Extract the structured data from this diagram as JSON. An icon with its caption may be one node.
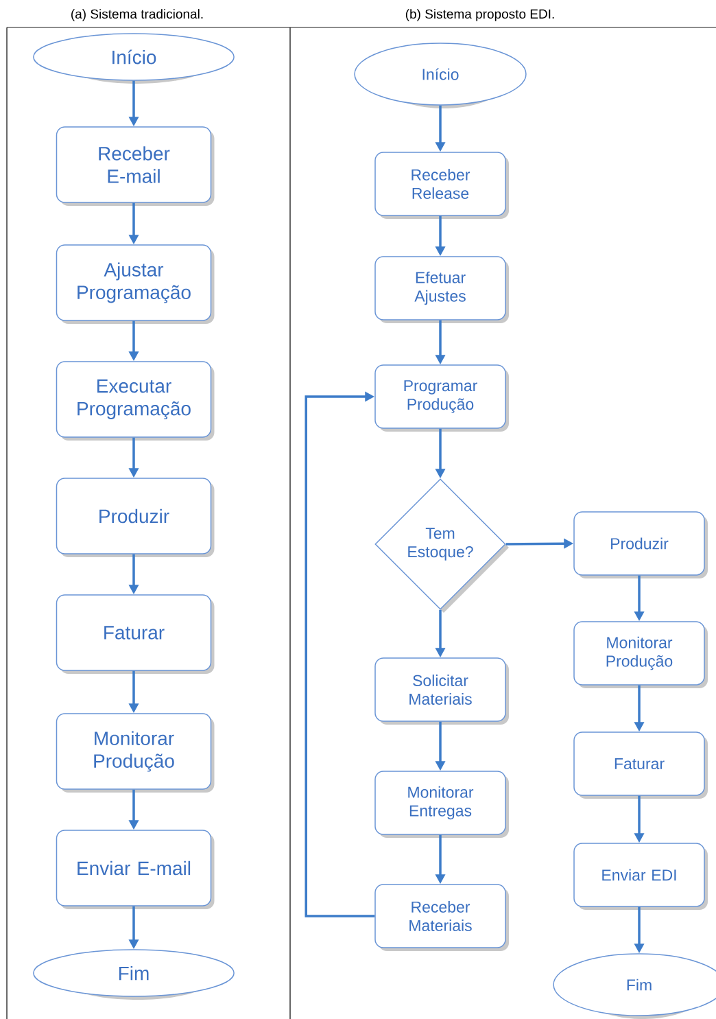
{
  "diagram": {
    "nodes": [
      {
        "text": [
          "Início"
        ]
      },
      {
        "text": [
          "Receber E-mail"
        ]
      },
      {
        "text": [
          "Ajustar Programação"
        ]
      },
      {
        "text": [
          "Executar Programação"
        ]
      },
      {
        "text": [
          "Produzir"
        ]
      },
      {
        "text": [
          "Faturar"
        ]
      },
      {
        "text": [
          "Monitorar Produção"
        ]
      },
      {
        "text": [
          "Enviar E-mail"
        ]
      },
      {
        "text": [
          "Fim"
        ]
      },
      {
        "text": [
          "Início"
        ]
      },
      {
        "text": [
          "Receber Release"
        ]
      },
      {
        "text": [
          "Efetuar Ajustes"
        ]
      },
      {
        "text": [
          "Programar Produção"
        ]
      },
      {
        "text": [
          "Tem Estoque?"
        ]
      },
      {
        "text": [
          "Produzir"
        ]
      },
      {
        "text": [
          "Solicitar Materiais"
        ]
      },
      {
        "text": [
          "Monitorar Produção"
        ]
      },
      {
        "text": [
          "Monitorar Entregas"
        ]
      },
      {
        "text": [
          "Faturar"
        ]
      },
      {
        "text": [
          "Receber Materiais"
        ]
      },
      {
        "text": [
          "Enviar EDI"
        ]
      },
      {
        "text": [
          "Fim"
        ]
      }
    ],
    "edges": [
      {
        "from": 0,
        "to": 1,
        "arrow": "to"
      },
      {
        "from": 1,
        "to": 2,
        "arrow": "to"
      },
      {
        "from": 2,
        "to": 3,
        "arrow": "to"
      },
      {
        "from": 3,
        "to": 4,
        "arrow": "to"
      },
      {
        "from": 4,
        "to": 5,
        "arrow": "to"
      },
      {
        "from": 5,
        "to": 6,
        "arrow": "to"
      },
      {
        "from": 6,
        "to": 7,
        "arrow": "to"
      },
      {
        "from": 7,
        "to": 8,
        "arrow": "to"
      },
      {
        "from": 9,
        "to": 10,
        "arrow": "to"
      },
      {
        "from": 10,
        "to": 11,
        "arrow": "to"
      },
      {
        "from": 11,
        "to": 12,
        "arrow": "to"
      },
      {
        "from": 12,
        "to": 13,
        "arrow": "to"
      },
      {
        "from": 13,
        "to": 14,
        "arrow": "to"
      },
      {
        "from": 13,
        "to": 15,
        "arrow": "to"
      },
      {
        "from": 15,
        "to": 17,
        "arrow": "to"
      },
      {
        "from": 17,
        "to": 19,
        "arrow": "to"
      },
      {
        "from": 19,
        "to": 12,
        "arrow": "to"
      },
      {
        "from": 14,
        "to": 16,
        "arrow": "to"
      },
      {
        "from": 16,
        "to": 18,
        "arrow": "to"
      },
      {
        "from": 18,
        "to": 20,
        "arrow": "to"
      },
      {
        "from": 20,
        "to": 21,
        "arrow": "to"
      }
    ],
    "labels": [
      "(a)  Sistema tradicional.",
      "(b)  Sistema proposto EDI."
    ]
  }
}
